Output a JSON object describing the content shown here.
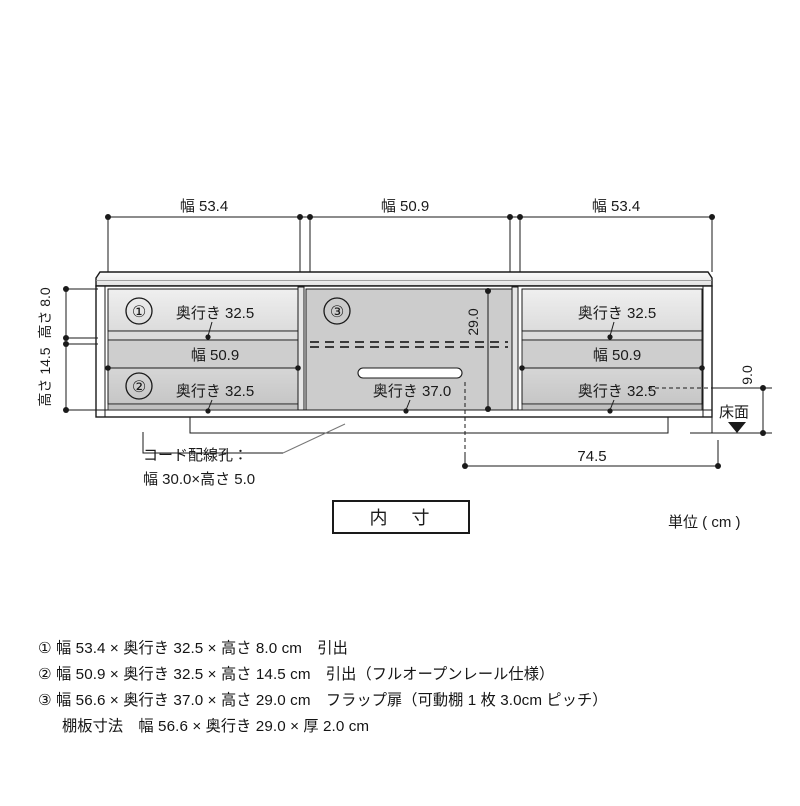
{
  "drawing": {
    "title_box": "内　寸",
    "unit_note": "単位 ( cm )",
    "top_dimensions": [
      {
        "label": "幅 53.4",
        "id": "left-section-width"
      },
      {
        "label": "幅 50.9",
        "id": "center-section-width"
      },
      {
        "label": "幅 53.4",
        "id": "right-section-width"
      }
    ],
    "left_dimensions": [
      {
        "label": "高さ 8.0",
        "id": "drawer1-height"
      },
      {
        "label": "高さ 14.5",
        "id": "drawer2-height"
      }
    ],
    "right_dimensions": [
      {
        "label": "9.0",
        "id": "floor-clearance"
      },
      {
        "label": "床面",
        "id": "floor-surface"
      }
    ],
    "inner_dimensions": [
      {
        "label": "29.0",
        "id": "flap-door-height"
      }
    ],
    "bottom_dimensions": [
      {
        "label": "74.5",
        "id": "center-to-right-span"
      }
    ],
    "cabinet_labels": {
      "left_top_marker": "①",
      "left_bottom_marker": "②",
      "center_marker": "③",
      "left_top_depth": "奥行き 32.5",
      "left_mid_width": "幅 50.9",
      "left_bottom_depth": "奥行き 32.5",
      "center_depth": "奥行き 37.0",
      "right_top_depth": "奥行き 32.5",
      "right_mid_width": "幅 50.9",
      "right_bottom_depth": "奥行き 32.5"
    },
    "cord_hole": {
      "line1": "コード配線孔：",
      "line2": "幅 30.0×高さ 5.0"
    }
  },
  "specs": [
    {
      "marker": "①",
      "text": "① 幅 53.4 × 奥行き 32.5 × 高さ 8.0 cm　引出",
      "indent": false
    },
    {
      "marker": "②",
      "text": "② 幅 50.9 × 奥行き 32.5 × 高さ 14.5 cm　引出（フルオープンレール仕様）",
      "indent": false
    },
    {
      "marker": "③",
      "text": "③ 幅 56.6 × 奥行き 37.0 × 高さ 29.0 cm　フラップ扉（可動棚 1 枚 3.0cm ピッチ）",
      "indent": false
    },
    {
      "marker": "",
      "text": "棚板寸法　幅 56.6 × 奥行き 29.0 × 厚 2.0 cm",
      "indent": true
    }
  ],
  "colors": {
    "line": "#1a1a1a",
    "panel_light": "#e8e8e8",
    "panel_mid": "#d3d3d3",
    "panel_dark": "#c4c4c4",
    "panel_face": "#cfcfcf",
    "background": "#ffffff",
    "leader": "#555555"
  }
}
